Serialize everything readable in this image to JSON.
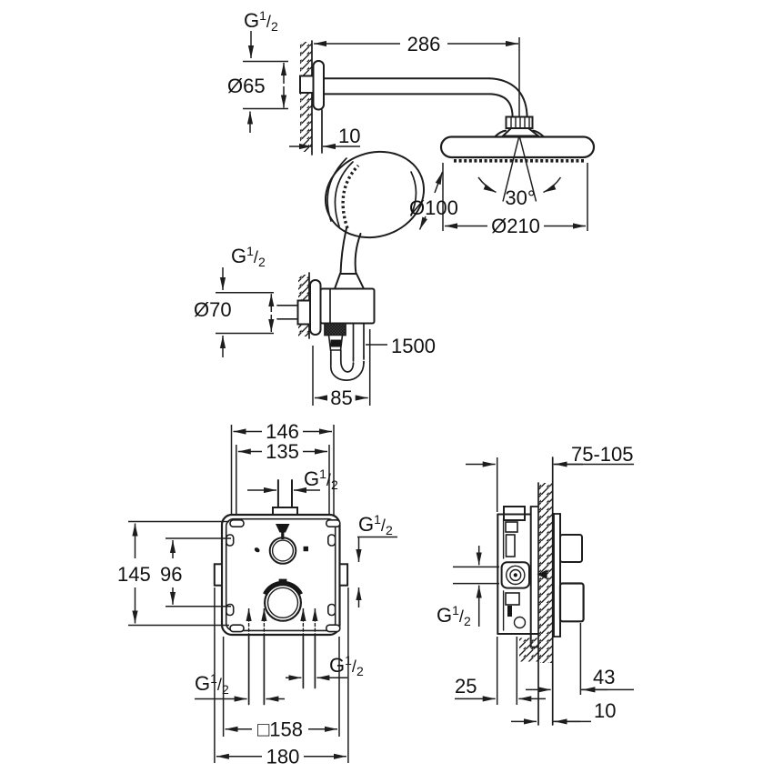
{
  "thread_label": "G 1/2",
  "views": {
    "top": {
      "arm_length": "286",
      "flange_diameter": "Ø65",
      "flange_offset": "10",
      "spray_angle": "30°",
      "head_diameter": "Ø210",
      "handshower_diameter": "Ø100",
      "holder_flange_diameter": "Ø70",
      "hose_length": "1500",
      "holder_projection": "85"
    },
    "front": {
      "hole_spacing_outer_width": "146",
      "hole_spacing_inner_width": "135",
      "hole_spacing_outer_height": "145",
      "hole_spacing_inner_height": "96",
      "rough_in_box_size": "□158",
      "overall_width": "180"
    },
    "side": {
      "installation_depth_range": "75-105",
      "body_front_depth": "25",
      "trim_projection": "43",
      "finished_wall_thickness": "10"
    }
  }
}
